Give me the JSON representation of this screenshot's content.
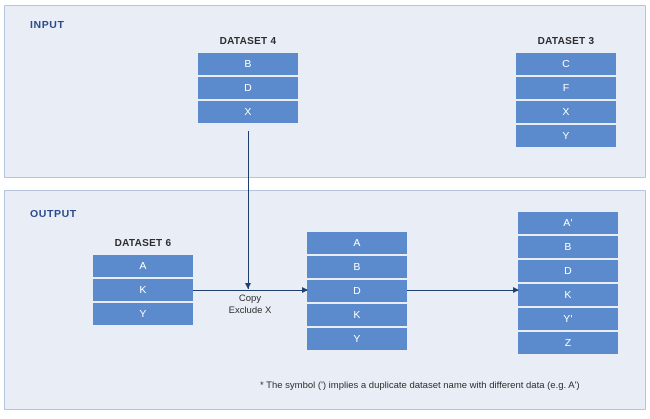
{
  "colors": {
    "panel_bg": "#e8edf6",
    "panel_border": "#b6c4dc",
    "box_fill": "#5b8bcd",
    "box_text": "#ffffff",
    "title_text": "#2b4a8b",
    "connector": "#1f3f6e",
    "page_bg": "#ffffff"
  },
  "panels": {
    "input": {
      "title": "INPUT",
      "stacks": [
        {
          "id": "dataset4",
          "label": "DATASET 4",
          "items": [
            "B",
            "D",
            "X"
          ]
        },
        {
          "id": "dataset3",
          "label": "DATASET 3",
          "items": [
            "C",
            "F",
            "X",
            "Y"
          ]
        }
      ]
    },
    "output": {
      "title": "OUTPUT",
      "stacks": [
        {
          "id": "dataset6",
          "label": "DATASET 6",
          "items": [
            "A",
            "K",
            "Y"
          ]
        },
        {
          "id": "merged",
          "label": "",
          "items": [
            "A",
            "B",
            "D",
            "K",
            "Y"
          ]
        },
        {
          "id": "final",
          "label": "",
          "items": [
            "A'",
            "B",
            "D",
            "K",
            "Y'",
            "Z"
          ]
        }
      ]
    }
  },
  "connectors": {
    "copy_exclude": {
      "line1": "Copy",
      "line2": "Exclude X"
    }
  },
  "footnote": "* The symbol (') implies a duplicate dataset name with different data (e.g. A')"
}
